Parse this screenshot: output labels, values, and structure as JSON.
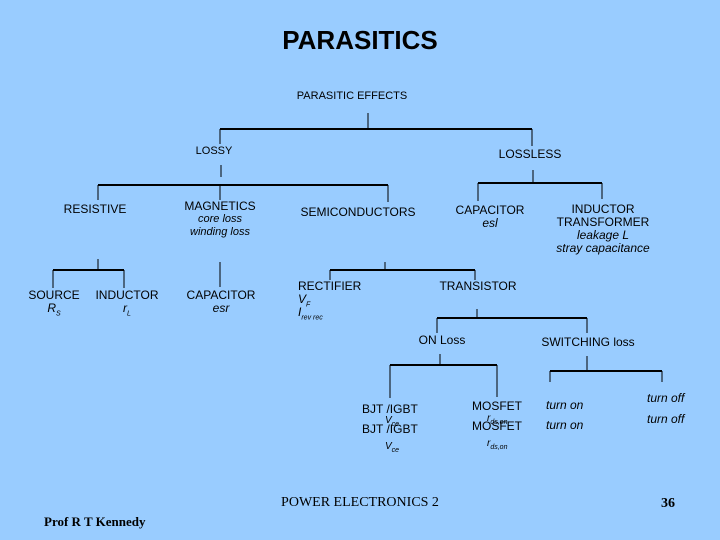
{
  "title": "PARASITICS",
  "root": "PARASITIC EFFECTS",
  "lossy": "LOSSY",
  "lossless": "LOSSLESS",
  "resistive": "RESISTIVE",
  "magnetics": {
    "label": "MAGNETICS",
    "items": [
      "core loss",
      "winding loss"
    ]
  },
  "semiconductors": "SEMICONDUCTORS",
  "capacitor_esl": {
    "label": "CAPACITOR",
    "item": "esl"
  },
  "inductor_transformer": {
    "label1": "INDUCTOR",
    "label2": "TRANSFORMER",
    "items": [
      "leakage L",
      "stray capacitance"
    ]
  },
  "source": {
    "label": "SOURCE",
    "symbol": "R",
    "subscript": "S"
  },
  "inductor": {
    "label": "INDUCTOR",
    "symbol": "r",
    "subscript": "L"
  },
  "capacitor_esr": {
    "label": "CAPACITOR",
    "item": "esr"
  },
  "rectifier": {
    "label": "RECTIFIER",
    "vf_symbol": "V",
    "vf_subscript": "F",
    "irr_symbol": "I",
    "irr_subscript": "rev rec"
  },
  "transistor": "TRANSISTOR",
  "on_loss": "ON Loss",
  "switching_loss": "SWITCHING loss",
  "on_loss_items": {
    "bjt_igbt_1": "BJT /IGBT",
    "bjt_vce_symbol": "V",
    "bjt_vce_subscript": "ce",
    "bjt_igbt_2": "BJT /IGBT",
    "bjt_vce2_symbol": "V",
    "bjt_vce2_subscript": "ce",
    "mosfet_1": "MOSFET",
    "mosfet_r_symbol": "r",
    "mosfet_r_subscript": "ds,on",
    "mosfet_2": "MOSFET",
    "mosfet_r2_symbol": "r",
    "mosfet_r2_subscript": "ds,on"
  },
  "switching_items": {
    "turn_on_1": "turn on",
    "turn_off_1": "turn off",
    "turn_on_2": "turn on",
    "turn_off_2": "turn off"
  },
  "footer": {
    "course": "POWER ELECTRONICS 2",
    "author": "Prof R T Kennedy",
    "page": "36"
  },
  "colors": {
    "background": "#99ccff",
    "lines": "#000000"
  }
}
